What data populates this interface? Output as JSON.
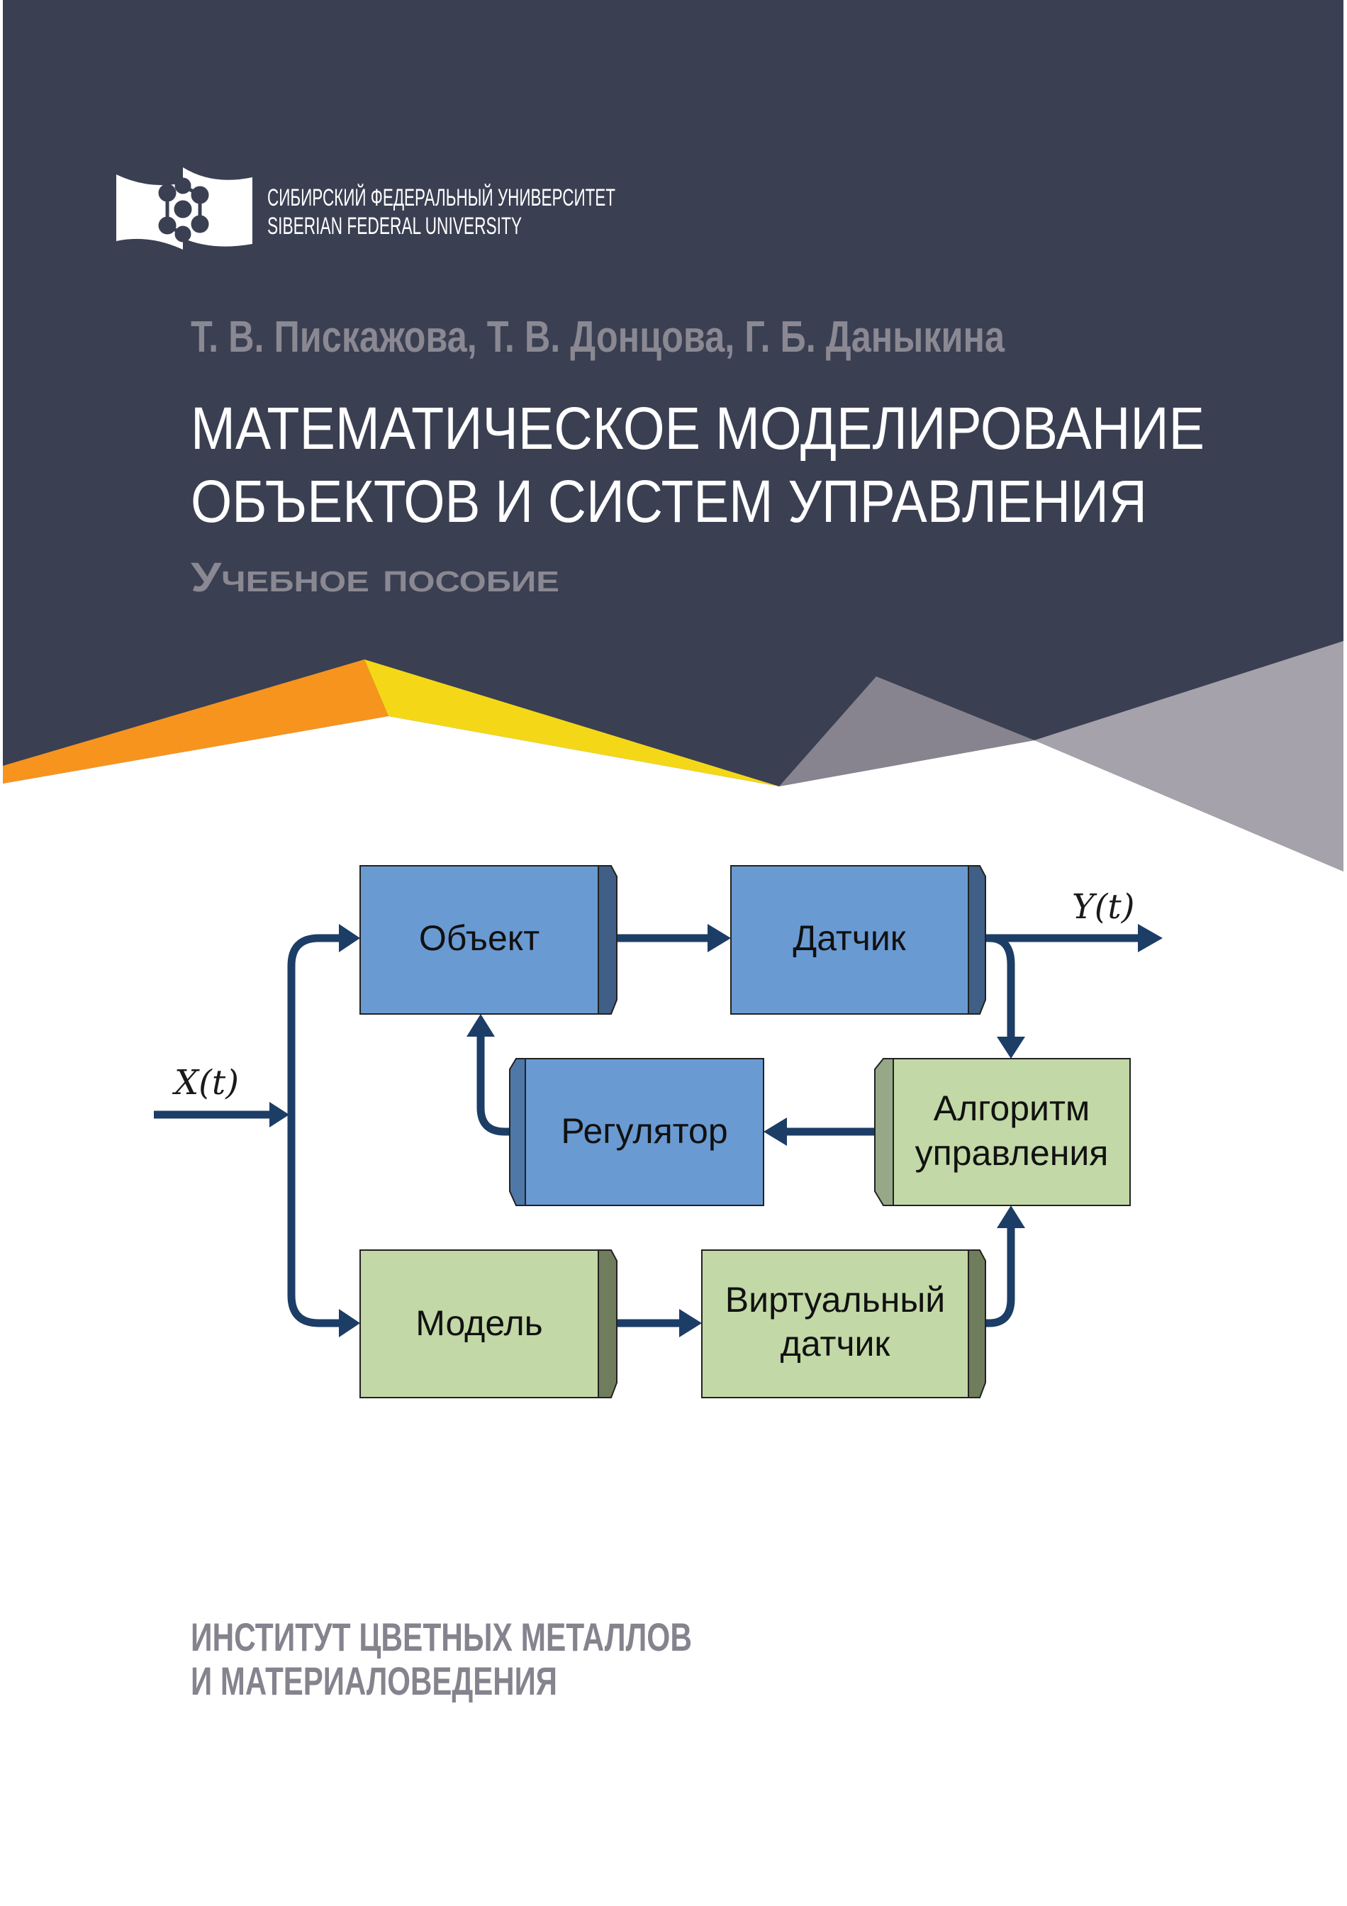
{
  "logo": {
    "line_ru": "СИБИРСКИЙ ФЕДЕРАЛЬНЫЙ УНИВЕРСИТЕТ",
    "line_en": "SIBERIAN FEDERAL UNIVERSITY"
  },
  "authors": "Т. В. Пискажова, Т. В. Донцова, Г. Б. Даныкина",
  "title": {
    "line1": "МАТЕМАТИЧЕСКОЕ МОДЕЛИРОВАНИЕ",
    "line2": "ОБЪЕКТОВ И СИСТЕМ УПРАВЛЕНИЯ"
  },
  "subtitle": "Учебное пособие",
  "diagram": {
    "input_signal": "X(t)",
    "output_signal": "Y(t)",
    "blocks": {
      "object": "Объект",
      "sensor": "Датчик",
      "regulator": "Регулятор",
      "algorithm_line1": "Алгоритм",
      "algorithm_line2": "управления",
      "model": "Модель",
      "virtual_line1": "Виртуальный",
      "virtual_line2": "датчик"
    }
  },
  "institute": {
    "line1": "ИНСТИТУТ ЦВЕТНЫХ МЕТАЛЛОВ",
    "line2": "И МАТЕРИАЛОВЕДЕНИЯ"
  },
  "colors": {
    "background_dark": "#3a3f52",
    "orange": "#f7941e",
    "yellow": "#f4d817",
    "gray_dark": "#88848f",
    "gray_light": "#a5a2ab",
    "block_blue": "#6a9ad2",
    "block_green": "#c2d8a6",
    "arrow": "#1c3d66",
    "muted_text": "#8a8892"
  }
}
